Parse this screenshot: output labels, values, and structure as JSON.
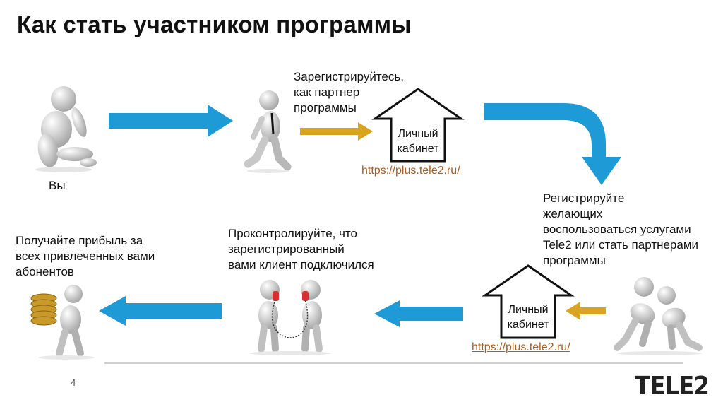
{
  "title": "Как стать участником программы",
  "you_label": "Вы",
  "step_register_self": "Зарегистрируйтесь,\nкак партнер\nпрограммы",
  "step_register_others": "Регистрируйте\nжелающих\nвоспользоваться услугами\nTele2 или стать партнерами\nпрограммы",
  "step_control": "Проконтролируйте, что\nзарегистрированный\nвами клиент подключился",
  "step_profit": "Получайте прибыль за\nвсех привлеченных вами\nабонентов",
  "house_label": "Личный\nкабинет",
  "link_url": "https://plus.tele2.ru/",
  "page_number": "4",
  "logo_text": "TELE2",
  "colors": {
    "blue_arrow": "#1e9ad6",
    "gold_arrow": "#d9a520",
    "link": "#b35a14"
  },
  "icons": [
    "sitting-figure-icon",
    "walking-figure-icon",
    "house-icon",
    "pushing-figures-icon",
    "phone-figures-icon",
    "coins-figure-icon"
  ]
}
